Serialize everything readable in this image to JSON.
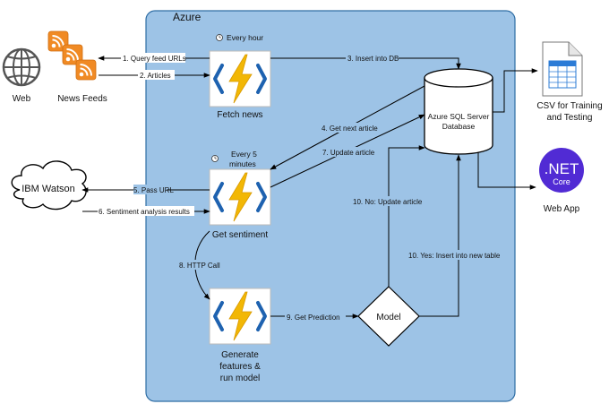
{
  "container": {
    "label": "Azure"
  },
  "functions": {
    "fetch": {
      "label": "Fetch news",
      "trigger": "Every hour"
    },
    "sentiment": {
      "label": "Get sentiment",
      "trigger_line1": "Every 5",
      "trigger_line2": "minutes"
    },
    "generate": {
      "label_line1": "Generate",
      "label_line2": "features &",
      "label_line3": "run model"
    }
  },
  "nodes": {
    "web": "Web",
    "news_feeds": "News Feeds",
    "ibm_watson": "IBM Watson",
    "database_line1": "Azure SQL Server",
    "database_line2": "Database",
    "csv_line1": "CSV for Training",
    "csv_line2": "and Testing",
    "webapp": "Web App",
    "webapp_logo_main": ".NET",
    "webapp_logo_sub": "Core",
    "model": "Model"
  },
  "edges": {
    "e1": "1. Query feed URLs",
    "e2": "2. Articles",
    "e3": "3. Insert into DB",
    "e4": "4. Get next article",
    "e5": "5. Pass URL",
    "e6": "6. Sentiment analysis results",
    "e7": "7. Update article",
    "e8": "8. HTTP Call",
    "e9": "9. Get Prediction",
    "e10no": "10. No: Update article",
    "e10yes": "10. Yes: Insert into new table"
  },
  "colors": {
    "azure_fill": "#9dc3e6",
    "azure_border": "#2e6da4",
    "bolt": "#f2b705",
    "chevron": "#1e62b0",
    "rss": "#f08a24",
    "dotnet": "#512bd4",
    "csv_grid": "#2b7bd6"
  }
}
